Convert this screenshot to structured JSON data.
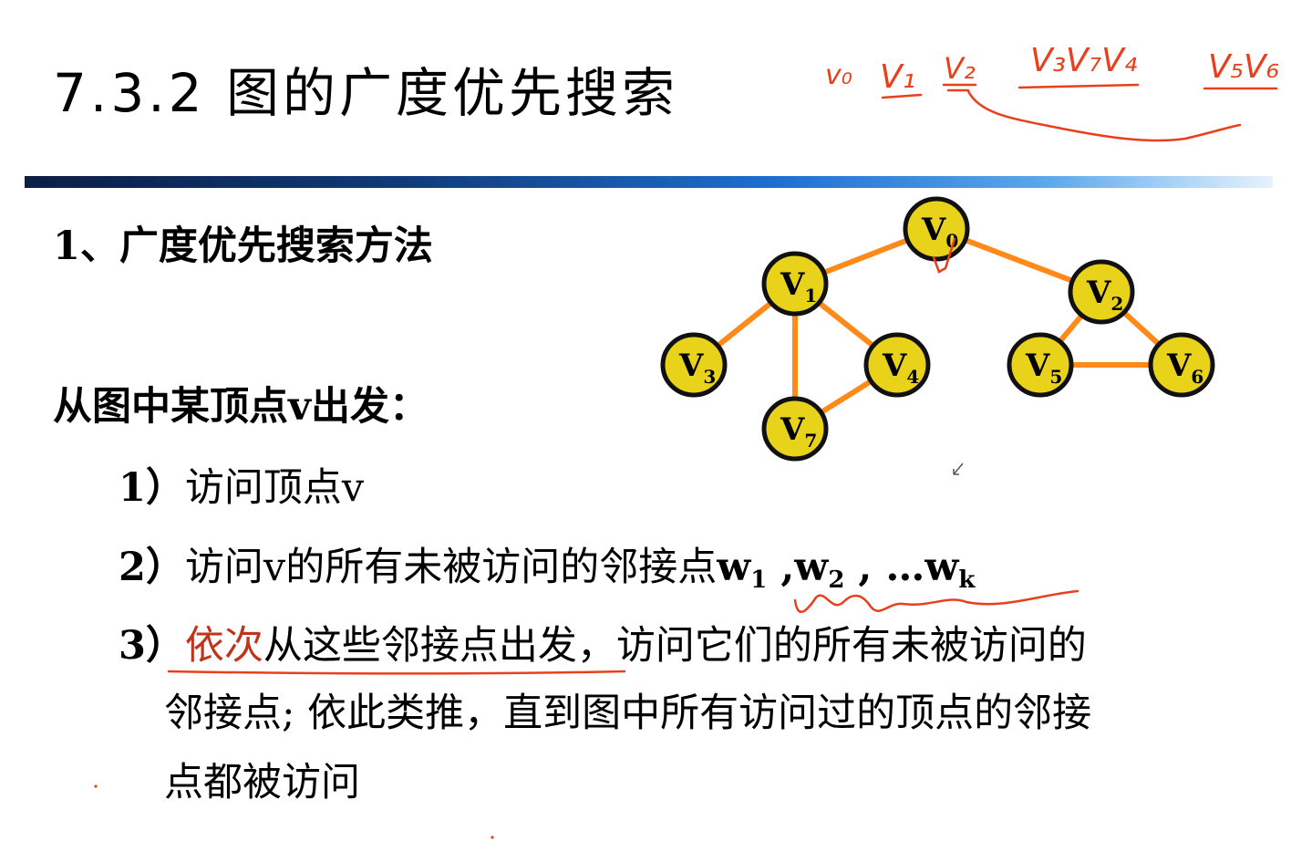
{
  "title": "7.3.2 图的广度优先搜索",
  "section": "1、广度优先搜索方法",
  "intro": "从图中某顶点v出发：",
  "steps": {
    "s1": {
      "num": "1）",
      "text": "访问顶点v"
    },
    "s2": {
      "num": "2）",
      "text": "访问v的所有未被访问的邻接点",
      "w1": "w",
      "w1sub": "1",
      "sep1": " ,",
      "w2": "w",
      "w2sub": "2",
      "sep2": " , …",
      "wk": "w",
      "wksub": "k"
    },
    "s3": {
      "num": "3）",
      "highlight": "依次",
      "text": "从这些邻接点出发，访问它们的所有未被访问的",
      "line2": "邻接点; 依此类推，直到图中所有访问过的顶点的邻接",
      "line3": "点都被访问"
    }
  },
  "graph": {
    "nodes": [
      {
        "id": "V0",
        "label": "V",
        "sub": "0"
      },
      {
        "id": "V1",
        "label": "V",
        "sub": "1"
      },
      {
        "id": "V2",
        "label": "V",
        "sub": "2"
      },
      {
        "id": "V3",
        "label": "V",
        "sub": "3"
      },
      {
        "id": "V4",
        "label": "V",
        "sub": "4"
      },
      {
        "id": "V5",
        "label": "V",
        "sub": "5"
      },
      {
        "id": "V6",
        "label": "V",
        "sub": "6"
      },
      {
        "id": "V7",
        "label": "V",
        "sub": "7"
      }
    ],
    "edges": [
      [
        "V0",
        "V1"
      ],
      [
        "V0",
        "V2"
      ],
      [
        "V1",
        "V3"
      ],
      [
        "V1",
        "V7"
      ],
      [
        "V1",
        "V4"
      ],
      [
        "V4",
        "V7"
      ],
      [
        "V2",
        "V5"
      ],
      [
        "V2",
        "V6"
      ],
      [
        "V5",
        "V6"
      ]
    ],
    "node_color": "#e8d21a",
    "edge_color": "#ff8a1a"
  },
  "annotations": {
    "bfs_order": [
      "V0",
      "V1",
      "V2",
      "V3",
      "V7",
      "V4",
      "V5",
      "V6"
    ],
    "ink_color": "#e8401c"
  }
}
